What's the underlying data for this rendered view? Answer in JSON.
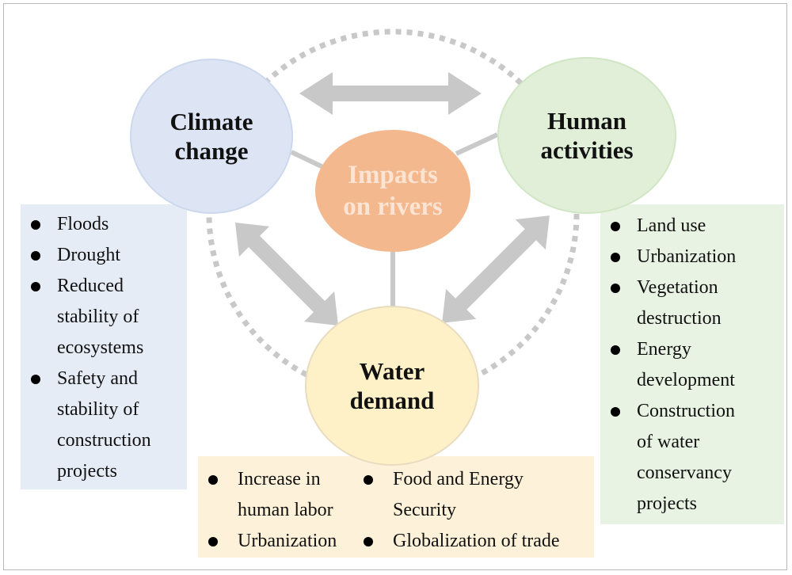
{
  "center": {
    "label_line1": "Impacts",
    "label_line2": "on rivers"
  },
  "climate": {
    "title_line1": "Climate",
    "title_line2": "change",
    "items": [
      [
        "Floods"
      ],
      [
        "Drought"
      ],
      [
        "Reduced",
        "stability of",
        "ecosystems"
      ],
      [
        "Safety and",
        "stability of",
        "construction",
        "projects"
      ]
    ]
  },
  "human": {
    "title_line1": "Human",
    "title_line2": "activities",
    "items": [
      [
        "Land use"
      ],
      [
        "Urbanization"
      ],
      [
        "Vegetation",
        "destruction"
      ],
      [
        "Energy",
        "development"
      ],
      [
        "Construction",
        "of water",
        "conservancy",
        "projects"
      ]
    ]
  },
  "water": {
    "title_line1": "Water",
    "title_line2": "demand",
    "items_col1": [
      [
        "Increase in",
        "human labor"
      ],
      [
        "Urbanization"
      ]
    ],
    "items_col2": [
      [
        "Food and Energy",
        "Security"
      ],
      [
        "Globalization of trade"
      ]
    ]
  },
  "colors": {
    "climate_fill": "#dde5f4",
    "human_fill": "#e1efd9",
    "water_fill": "#fff1c7",
    "impacts_fill": "#f3b88e",
    "arrow": "#c8c8c8",
    "dotted_ring": "#c8c8c8"
  }
}
